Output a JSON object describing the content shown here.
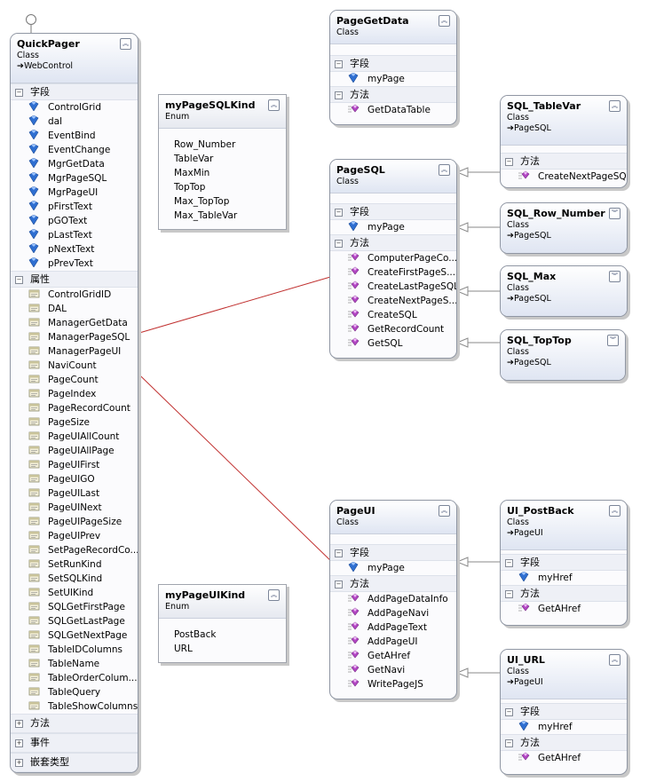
{
  "classes": {
    "quickpager": {
      "name": "QuickPager",
      "kind": "Class",
      "inherit": "WebControl",
      "fields_label": "字段",
      "fields": [
        "ControlGrid",
        "dal",
        "EventBind",
        "EventChange",
        "MgrGetData",
        "MgrPageSQL",
        "MgrPageUI",
        "pFirstText",
        "pGOText",
        "pLastText",
        "pNextText",
        "pPrevText"
      ],
      "props_label": "属性",
      "props": [
        "ControlGridID",
        "DAL",
        "ManagerGetData",
        "ManagerPageSQL",
        "ManagerPageUI",
        "NaviCount",
        "PageCount",
        "PageIndex",
        "PageRecordCount",
        "PageSize",
        "PageUIAllCount",
        "PageUIAllPage",
        "PageUIFirst",
        "PageUIGO",
        "PageUILast",
        "PageUINext",
        "PageUIPageSize",
        "PageUIPrev",
        "SetPageRecordCo...",
        "SetRunKind",
        "SetSQLKind",
        "SetUIKind",
        "SQLGetFirstPage",
        "SQLGetLastPage",
        "SQLGetNextPage",
        "TableIDColumns",
        "TableName",
        "TableOrderColum...",
        "TableQuery",
        "TableShowColumns"
      ],
      "methods_label": "方法",
      "events_label": "事件",
      "nested_label": "嵌套类型"
    },
    "pagegetdata": {
      "name": "PageGetData",
      "kind": "Class",
      "fields_label": "字段",
      "fields": [
        "myPage"
      ],
      "methods_label": "方法",
      "methods": [
        "GetDataTable"
      ]
    },
    "pagesql": {
      "name": "PageSQL",
      "kind": "Class",
      "fields_label": "字段",
      "fields": [
        "myPage"
      ],
      "methods_label": "方法",
      "methods": [
        "ComputerPageCo...",
        "CreateFirstPageS...",
        "CreateLastPageSQL",
        "CreateNextPageS...",
        "CreateSQL",
        "GetRecordCount",
        "GetSQL"
      ]
    },
    "sql_tablevar": {
      "name": "SQL_TableVar",
      "kind": "Class",
      "inherit": "PageSQL",
      "methods_label": "方法",
      "methods": [
        "CreateNextPageSQL"
      ]
    },
    "sql_row_number": {
      "name": "SQL_Row_Number",
      "kind": "Class",
      "inherit": "PageSQL"
    },
    "sql_max": {
      "name": "SQL_Max",
      "kind": "Class",
      "inherit": "PageSQL"
    },
    "sql_toptop": {
      "name": "SQL_TopTop",
      "kind": "Class",
      "inherit": "PageSQL"
    },
    "pageui": {
      "name": "PageUI",
      "kind": "Class",
      "fields_label": "字段",
      "fields": [
        "myPage"
      ],
      "methods_label": "方法",
      "methods": [
        "AddPageDataInfo",
        "AddPageNavi",
        "AddPageText",
        "AddPageUI",
        "GetAHref",
        "GetNavi",
        "WritePageJS"
      ]
    },
    "ui_postback": {
      "name": "UI_PostBack",
      "kind": "Class",
      "inherit": "PageUI",
      "fields_label": "字段",
      "fields": [
        "myHref"
      ],
      "methods_label": "方法",
      "methods": [
        "GetAHref"
      ]
    },
    "ui_url": {
      "name": "UI_URL",
      "kind": "Class",
      "inherit": "PageUI",
      "fields_label": "字段",
      "fields": [
        "myHref"
      ],
      "methods_label": "方法",
      "methods": [
        "GetAHref"
      ]
    }
  },
  "enums": {
    "mypagesqlkind": {
      "name": "myPageSQLKind",
      "kind": "Enum",
      "values": [
        "Row_Number",
        "TableVar",
        "MaxMin",
        "TopTop",
        "Max_TopTop",
        "Max_TableVar"
      ]
    },
    "mypageuikind": {
      "name": "myPageUIKind",
      "kind": "Enum",
      "values": [
        "PostBack",
        "URL"
      ]
    }
  },
  "colors": {
    "field_icon": "#2f6fd1",
    "method_icon": "#b146c2",
    "prop_icon": "#8a8a6a",
    "association_line": "#c0302f",
    "inherit_line": "#8a8a8a"
  }
}
